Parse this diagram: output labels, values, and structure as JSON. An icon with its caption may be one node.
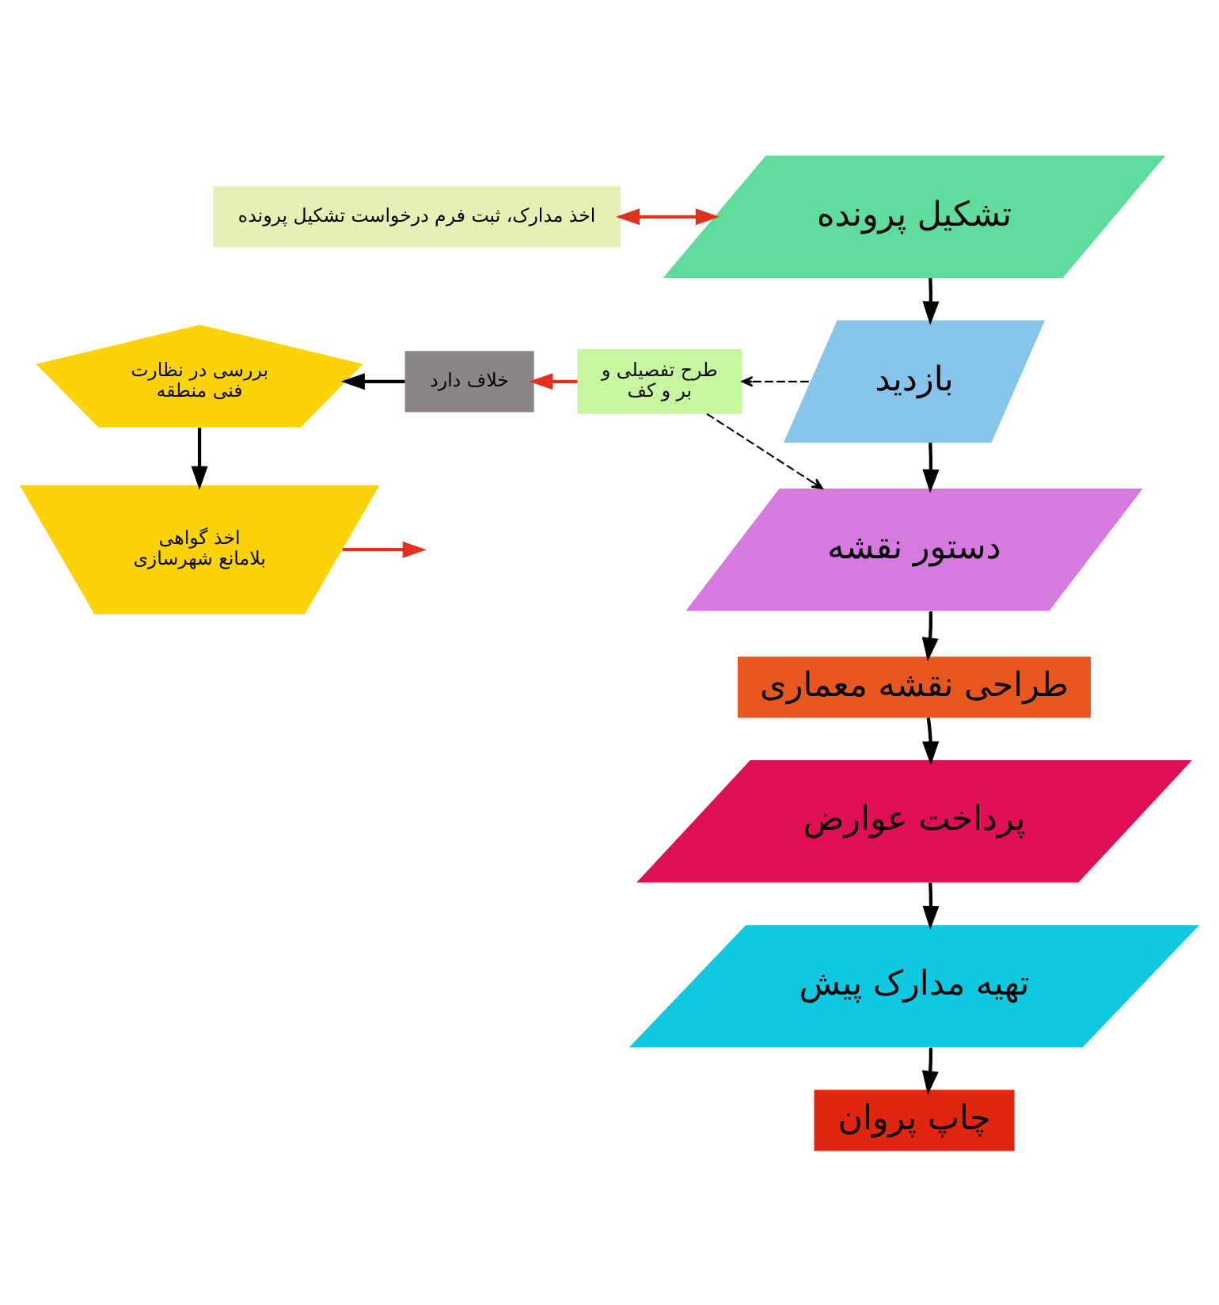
{
  "diagram": {
    "nodes": [
      {
        "text": [
          "تشکیل پرونده"
        ]
      },
      {
        "text": [
          "اخذ مدارک، ثبت فرم درخواست تشکیل پرونده"
        ]
      },
      {
        "text": [
          "بازدید"
        ]
      },
      {
        "text": [
          "طرح تفصیلی و بر و کف"
        ]
      },
      {
        "text": [
          "خلاف دارد"
        ]
      },
      {
        "text": [
          "بررسی در نظارت فنی منطقه"
        ]
      },
      {
        "text": [
          "اخذ گواهی بلامانع شهرسازی"
        ]
      },
      {
        "text": [
          "دستور نقشه"
        ]
      },
      {
        "text": [
          "طراحی نقشه معماری"
        ]
      },
      {
        "text": [
          "پرداخت عوارض"
        ]
      },
      {
        "text": [
          "تهیه مدارک پیش"
        ]
      },
      {
        "text": [
          "چاپ پروان"
        ]
      }
    ],
    "edges": [
      {
        "from": 1,
        "to": 0,
        "arrow": "both",
        "color": "#e0301e"
      },
      {
        "from": 0,
        "to": 2,
        "arrow": "to"
      },
      {
        "from": 2,
        "to": 3,
        "arrow": "to",
        "style": "dashed"
      },
      {
        "from": 3,
        "to": 4,
        "arrow": "to",
        "color": "#e0301e"
      },
      {
        "from": 4,
        "to": 5,
        "arrow": "to"
      },
      {
        "from": 5,
        "to": 6,
        "arrow": "to"
      },
      {
        "from": 6,
        "to": null,
        "arrow": "to",
        "color": "#e0301e"
      },
      {
        "from": 3,
        "to": 7,
        "arrow": "to",
        "style": "dashed"
      },
      {
        "from": 2,
        "to": 7,
        "arrow": "to"
      },
      {
        "from": 7,
        "to": 8,
        "arrow": "to"
      },
      {
        "from": 8,
        "to": 9,
        "arrow": "to"
      },
      {
        "from": 9,
        "to": 10,
        "arrow": "to"
      },
      {
        "from": 10,
        "to": 11,
        "arrow": "to"
      }
    ]
  }
}
